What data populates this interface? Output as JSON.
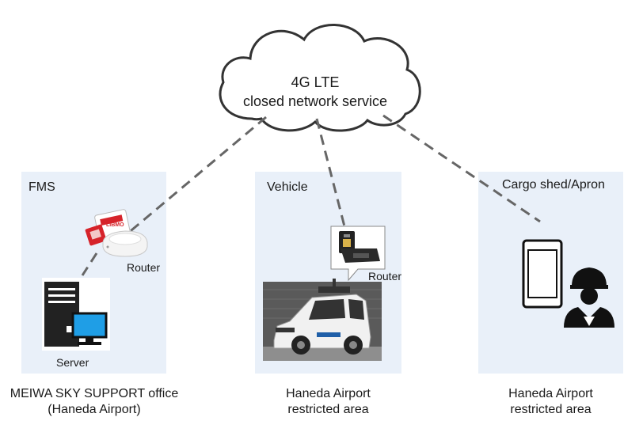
{
  "cloud": {
    "line1": "4G LTE",
    "line2": "closed network service"
  },
  "panels": {
    "fms": {
      "title": "FMS",
      "router_label": "Router",
      "server_label": "Server",
      "sim_brand": "LIBMO",
      "caption_line1": "MEIWA SKY SUPPORT office",
      "caption_line2": "(Haneda Airport)"
    },
    "vehicle": {
      "title": "Vehicle",
      "router_label": "Router",
      "caption_line1": "Haneda Airport",
      "caption_line2": "restricted area"
    },
    "cargo": {
      "title": "Cargo shed/Apron",
      "caption_line1": "Haneda Airport",
      "caption_line2": "restricted area"
    }
  },
  "colors": {
    "panel_bg": "#e9f0f9",
    "dash_line": "#666666",
    "cloud_stroke": "#333333",
    "server_blue": "#1f9ee6",
    "sim_red": "#d6232a"
  }
}
